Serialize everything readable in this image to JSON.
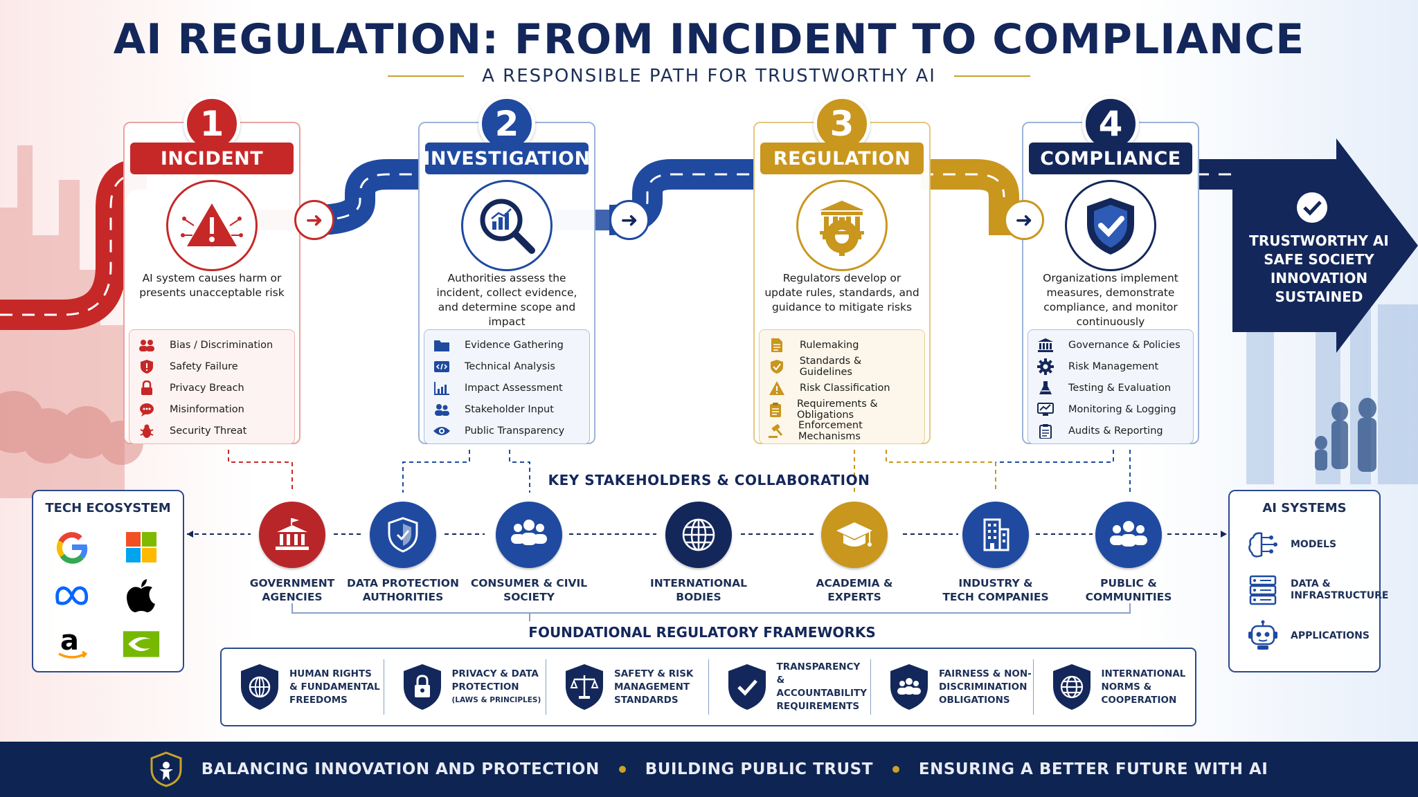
{
  "title": "AI REGULATION: FROM INCIDENT TO COMPLIANCE",
  "subtitle": "A RESPONSIBLE PATH FOR TRUSTWORTHY AI",
  "colors": {
    "red": "#c62828",
    "blue": "#1f4aa0",
    "gold": "#c9961e",
    "navy": "#13275a"
  },
  "stages": [
    {
      "number": "1",
      "title": "INCIDENT",
      "icon": "warning-icon",
      "description": "AI system causes harm or presents unacceptable risk",
      "items": [
        "Bias / Discrimination",
        "Safety Failure",
        "Privacy Breach",
        "Misinformation",
        "Security Threat"
      ]
    },
    {
      "number": "2",
      "title": "INVESTIGATION",
      "icon": "magnifier-chart-icon",
      "description": "Authorities assess the incident, collect evidence, and determine scope and impact",
      "items": [
        "Evidence Gathering",
        "Technical Analysis",
        "Impact Assessment",
        "Stakeholder Input",
        "Public Transparency"
      ]
    },
    {
      "number": "3",
      "title": "REGULATION",
      "icon": "courthouse-gear-icon",
      "description": "Regulators develop or update rules, standards, and guidance to mitigate risks",
      "items": [
        "Rulemaking",
        "Standards & Guidelines",
        "Risk Classification",
        "Requirements & Obligations",
        "Enforcement Mechanisms"
      ]
    },
    {
      "number": "4",
      "title": "COMPLIANCE",
      "icon": "shield-check-icon",
      "description": "Organizations implement measures, demonstrate compliance, and monitor continuously",
      "items": [
        "Governance & Policies",
        "Risk Management",
        "Testing & Evaluation",
        "Monitoring & Logging",
        "Audits & Reporting"
      ]
    }
  ],
  "outcome": {
    "line1": "TRUSTWORTHY AI",
    "line2": "SAFE SOCIETY",
    "line3": "INNOVATION",
    "line4": "SUSTAINED"
  },
  "stakeholders_title": "KEY STAKEHOLDERS & COLLABORATION",
  "stakeholders": [
    {
      "label": "GOVERNMENT\nAGENCIES",
      "icon": "government-building-icon"
    },
    {
      "label": "DATA PROTECTION\nAUTHORITIES",
      "icon": "shield-icon"
    },
    {
      "label": "CONSUMER & CIVIL\nSOCIETY",
      "icon": "people-icon"
    },
    {
      "label": "INTERNATIONAL\nBODIES",
      "icon": "globe-icon"
    },
    {
      "label": "ACADEMIA &\nEXPERTS",
      "icon": "graduation-cap-icon"
    },
    {
      "label": "INDUSTRY &\nTECH COMPANIES",
      "icon": "office-building-icon"
    },
    {
      "label": "PUBLIC &\nCOMMUNITIES",
      "icon": "community-icon"
    }
  ],
  "tech_ecosystem": {
    "title": "TECH ECOSYSTEM",
    "logos": [
      "google-logo",
      "microsoft-logo",
      "meta-logo",
      "apple-logo",
      "amazon-logo",
      "nvidia-logo"
    ]
  },
  "ai_systems": {
    "title": "AI SYSTEMS",
    "items": [
      "MODELS",
      "DATA &\nINFRASTRUCTURE",
      "APPLICATIONS"
    ]
  },
  "frameworks_title": "FOUNDATIONAL REGULATORY FRAMEWORKS",
  "frameworks": [
    {
      "label": "HUMAN RIGHTS\n& FUNDAMENTAL\nFREEDOMS",
      "note": ""
    },
    {
      "label": "PRIVACY & DATA\nPROTECTION",
      "note": "(LAWS & PRINCIPLES)"
    },
    {
      "label": "SAFETY & RISK\nMANAGEMENT\nSTANDARDS",
      "note": ""
    },
    {
      "label": "TRANSPARENCY &\nACCOUNTABILITY\nREQUIREMENTS",
      "note": ""
    },
    {
      "label": "FAIRNESS & NON-\nDISCRIMINATION\nOBLIGATIONS",
      "note": ""
    },
    {
      "label": "INTERNATIONAL\nNORMS &\nCOOPERATION",
      "note": ""
    }
  ],
  "footer": [
    "BALANCING INNOVATION AND PROTECTION",
    "BUILDING PUBLIC TRUST",
    "ENSURING A BETTER FUTURE WITH AI"
  ]
}
